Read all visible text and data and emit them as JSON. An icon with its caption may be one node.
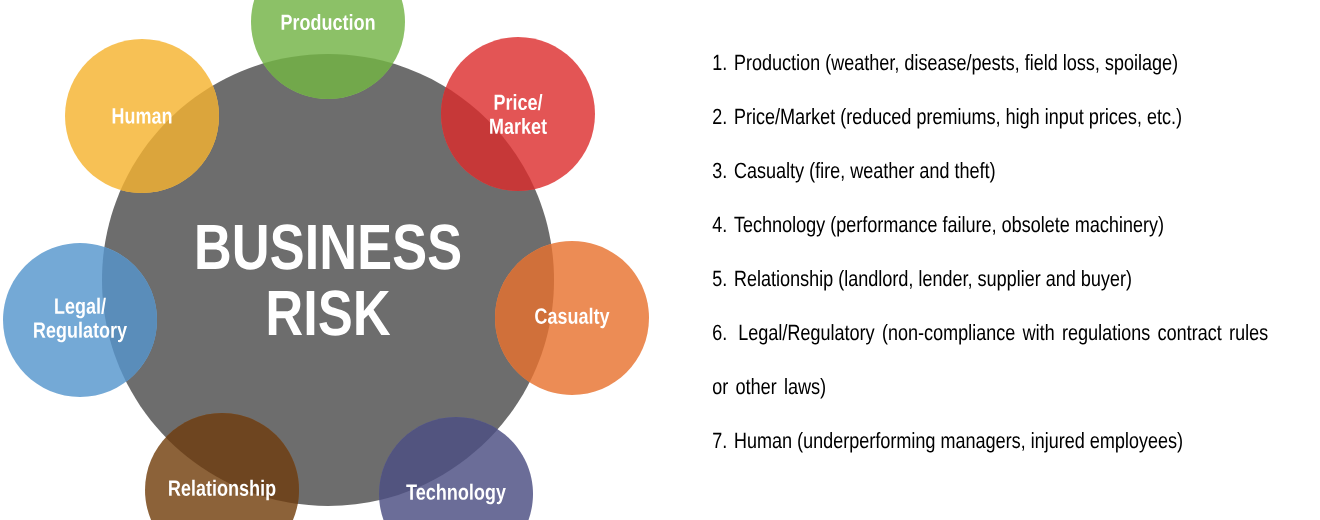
{
  "diagram": {
    "nodes": [
      {
        "text": [
          "BUSINESS RISK"
        ]
      },
      {
        "text": [
          "Production"
        ]
      },
      {
        "text": [
          "Price/ Market"
        ]
      },
      {
        "text": [
          "Casualty"
        ]
      },
      {
        "text": [
          "Technology"
        ]
      },
      {
        "text": [
          "Relationship"
        ]
      },
      {
        "text": [
          "Legal/ Regulatory"
        ]
      },
      {
        "text": [
          "Human"
        ]
      }
    ],
    "labels": [
      "1. Production (weather, disease/pests, field loss, spoilage)",
      "2. Price/Market (reduced premiums, high input prices, etc.)",
      "3. Casualty (fire, weather and theft)",
      "4. Technology (performance failure, obsolete machinery)",
      "5. Relationship (landlord, lender, supplier and buyer)",
      "6. Legal/Regulatory (non-compliance with regulations contract rules or other laws)",
      "7. Human (underperforming managers, injured employees)"
    ]
  }
}
